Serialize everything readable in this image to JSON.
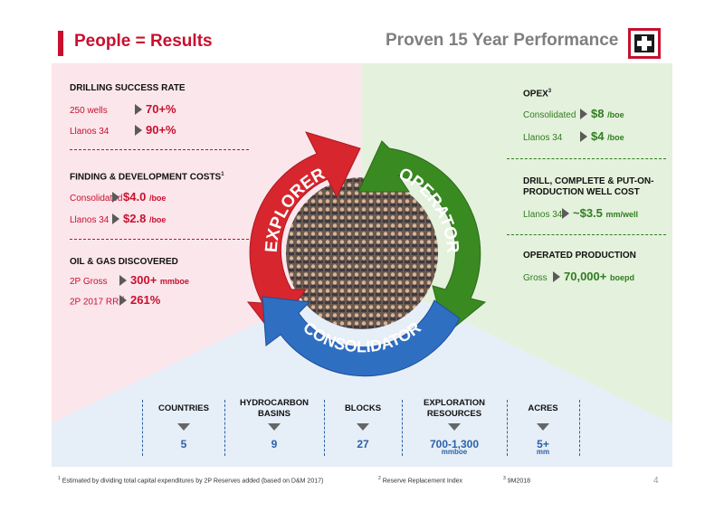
{
  "header": {
    "title_left": "People = Results",
    "title_right": "Proven 15 Year Performance"
  },
  "colors": {
    "red": "#c8102e",
    "green": "#2f7d1f",
    "blue": "#2b62a8",
    "gray": "#7f7f7f"
  },
  "left": {
    "drilling": {
      "heading": "DRILLING SUCCESS RATE",
      "rows": [
        {
          "label": "250 wells",
          "value": "70+%"
        },
        {
          "label": "Llanos 34",
          "value": "90+%"
        }
      ]
    },
    "fd": {
      "heading": "FINDING & DEVELOPMENT COSTS",
      "sup": "1",
      "rows": [
        {
          "label": "Consolidated",
          "value": "$4.0",
          "unit": "/boe"
        },
        {
          "label": "Llanos 34",
          "value": "$2.8",
          "unit": "/boe"
        }
      ]
    },
    "oil": {
      "heading": "OIL & GAS  DISCOVERED",
      "rows": [
        {
          "label": "2P Gross",
          "value": "300+",
          "unit": "mmboe"
        },
        {
          "label": "2P 2017 RRI",
          "sup": "2",
          "value": "261%"
        }
      ]
    }
  },
  "right": {
    "opex": {
      "heading": "OPEX",
      "sup": "3",
      "rows": [
        {
          "label": "Consolidated",
          "value": "$8",
          "unit": "/boe"
        },
        {
          "label": "Llanos 34",
          "value": "$4",
          "unit": "/boe"
        }
      ]
    },
    "drill": {
      "heading_1": "DRILL, COMPLETE & PUT-ON-",
      "heading_2": "PRODUCTION WELL COST",
      "rows": [
        {
          "label": "Llanos 34",
          "value": "~$3.5",
          "unit": "mm/well"
        }
      ]
    },
    "prod": {
      "heading": "OPERATED PRODUCTION",
      "rows": [
        {
          "label": "Gross",
          "value": "70,000+",
          "unit": "boepd"
        }
      ]
    }
  },
  "cycle": {
    "explorer": "EXPLORER",
    "operator": "OPERATOR",
    "consolidator": "CONSOLIDATOR"
  },
  "stats": [
    {
      "heading_1": "COUNTRIES",
      "heading_2": "",
      "value": "5",
      "sub": ""
    },
    {
      "heading_1": "HYDROCARBON",
      "heading_2": "BASINS",
      "value": "9",
      "sub": ""
    },
    {
      "heading_1": "BLOCKS",
      "heading_2": "",
      "value": "27",
      "sub": ""
    },
    {
      "heading_1": "EXPLORATION",
      "heading_2": "RESOURCES",
      "value": "700-1,300",
      "sub": "mmboe"
    },
    {
      "heading_1": "ACRES",
      "heading_2": "",
      "value": "5+",
      "sub": "mm"
    }
  ],
  "footnotes": {
    "f1_num": "1",
    "f1": "Estimated by dividing total capital expenditures by 2P Reserves added (based on D&M 2017)",
    "f2_num": "2",
    "f2": "Reserve Replacement Index",
    "f3_num": "3",
    "f3": "9M2018"
  },
  "page_number": "4"
}
